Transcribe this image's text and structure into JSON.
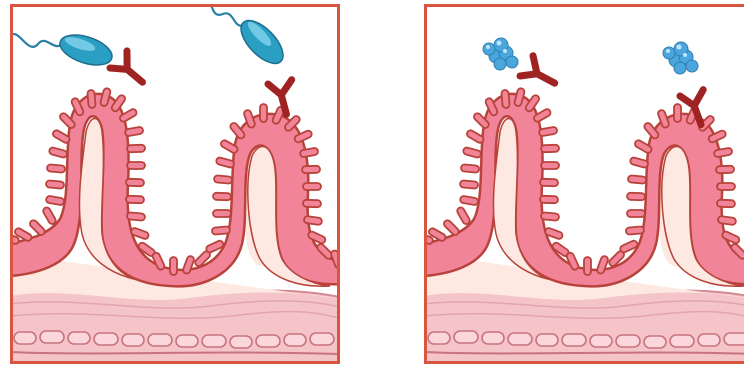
{
  "colors": {
    "frame": "#d9553f",
    "tissue_pink": "#f2849a",
    "tissue_pink_dark": "#e86a84",
    "lamina_cream": "#fde8e2",
    "outline": "#b8433a",
    "antibody": "#9e2322",
    "bacterium": "#2a9ec3",
    "bacterium_highlight": "#7fd0ea",
    "flagellum": "#2a7fa3",
    "antigen_cluster": "#4aa6dd",
    "antigen_highlight": "#bfe6ff",
    "muscle_layer": "#f4c4c8",
    "serosa_cells": "#e8b0b8"
  },
  "panels": [
    {
      "id": "left",
      "pathogen": "bacterium-icon",
      "count": 2,
      "binder": "antibody-icon"
    },
    {
      "id": "right",
      "pathogen": "antigen-cluster-icon",
      "count": 2,
      "binder": "antibody-icon"
    }
  ]
}
